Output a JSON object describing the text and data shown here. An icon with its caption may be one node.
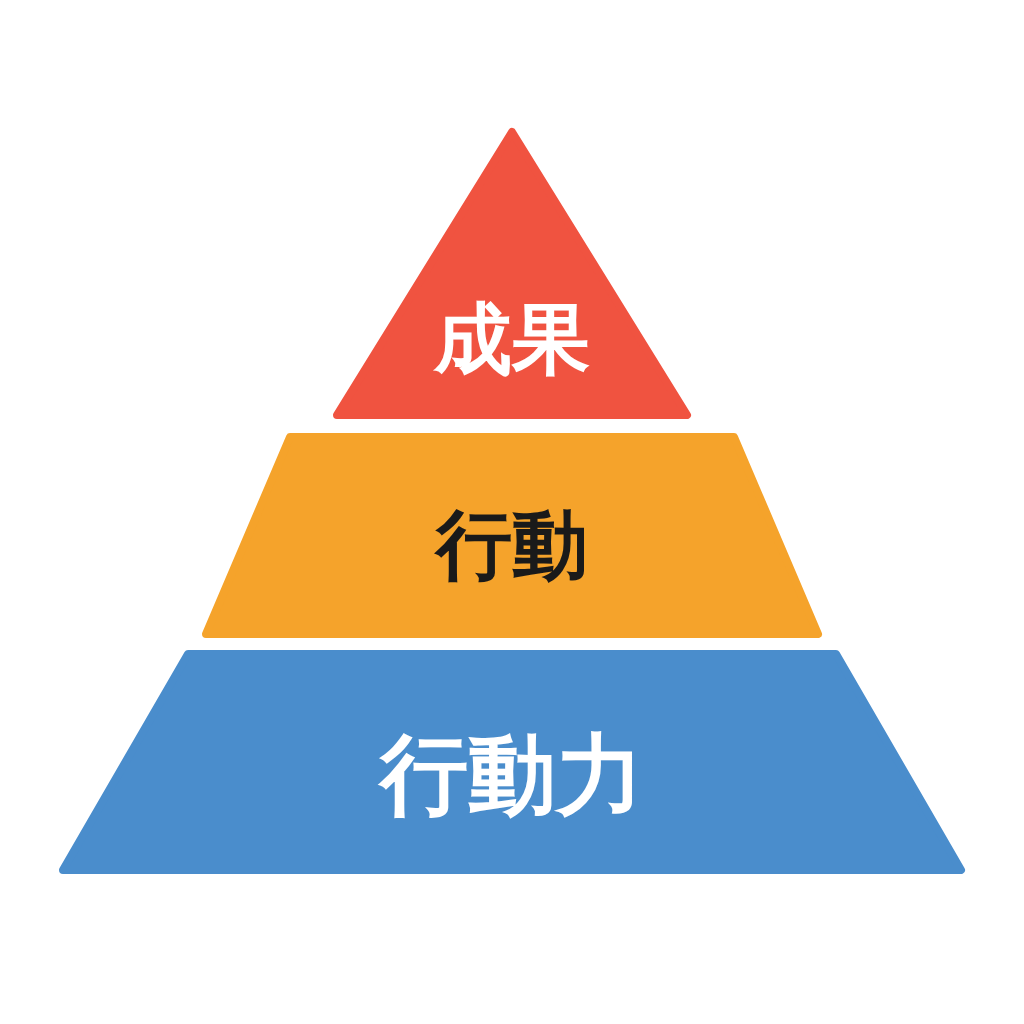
{
  "diagram": {
    "nodes": [
      {
        "text": [
          "成果"
        ]
      },
      {
        "text": [
          "行動"
        ]
      },
      {
        "text": [
          "行動力"
        ]
      }
    ]
  }
}
